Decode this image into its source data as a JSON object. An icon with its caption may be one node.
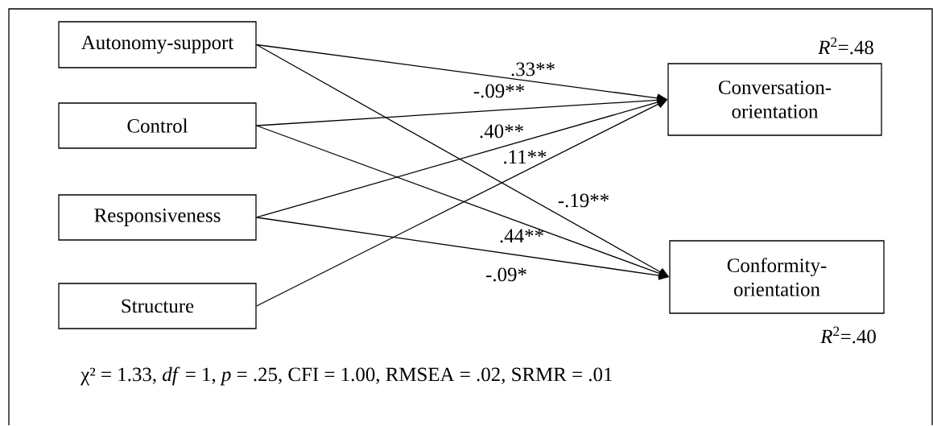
{
  "diagram": {
    "nodes": [
      {
        "text": [
          "Autonomy-support"
        ]
      },
      {
        "text": [
          "Control"
        ]
      },
      {
        "text": [
          "Responsiveness"
        ]
      },
      {
        "text": [
          "Structure"
        ]
      },
      {
        "text": [
          "Conversation- orientation"
        ],
        "beside": [
          "*R*$^{2}$=.48"
        ]
      },
      {
        "text": [
          "Conformity- orientation"
        ],
        "beside": [
          "*R*$^{2}$=.40"
        ]
      }
    ],
    "edges": [
      {
        "from": 0,
        "to": 4,
        "arrow": "to",
        "label": ".33**"
      },
      {
        "from": 1,
        "to": 4,
        "arrow": "to",
        "label": "-.09**"
      },
      {
        "from": 2,
        "to": 4,
        "arrow": "to",
        "label": ".40**"
      },
      {
        "from": 3,
        "to": 4,
        "arrow": "to",
        "label": ".11**"
      },
      {
        "from": 0,
        "to": 5,
        "arrow": "to",
        "label": "-.19**"
      },
      {
        "from": 1,
        "to": 5,
        "arrow": "to",
        "label": ".44**"
      },
      {
        "from": 2,
        "to": 5,
        "arrow": "to",
        "label": "-.09*"
      }
    ],
    "labels": [
      "χ² = 1.33, *df* = 1, *p* = .25, CFI = 1.00, RMSEA = .02, SRMR = .01"
    ]
  }
}
